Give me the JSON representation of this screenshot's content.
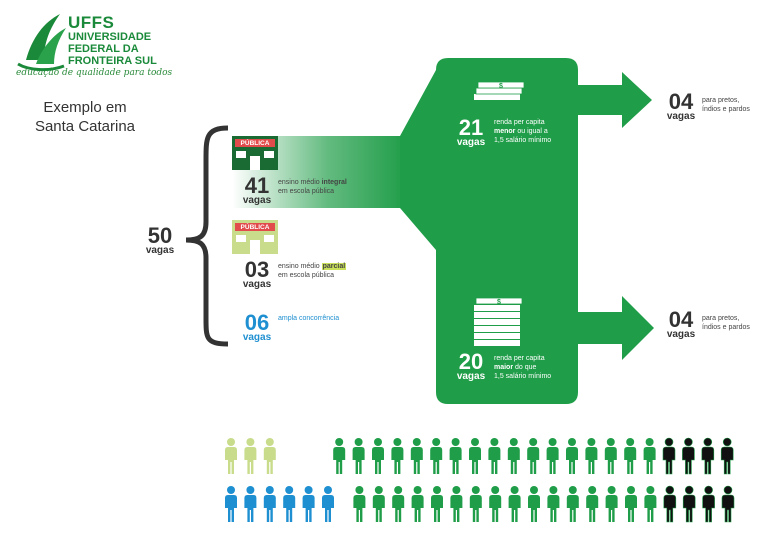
{
  "logo": {
    "acronym": "UFFS",
    "name_lines": [
      "UNIVERSIDADE",
      "FEDERAL DA",
      "FRONTEIRA SUL"
    ],
    "slogan": "educação de qualidade para todos",
    "color": "#1a8a3a"
  },
  "heading": {
    "line1": "Exemplo em",
    "line2": "Santa Catarina"
  },
  "total": {
    "number": "50",
    "unit": "vagas"
  },
  "groups": [
    {
      "badge": "PÚBLICA",
      "number": "41",
      "unit": "vagas",
      "desc_before": "ensino médio ",
      "desc_bold": "integral",
      "desc_after": "em escola pública"
    },
    {
      "badge": "PÚBLICA",
      "number": "03",
      "unit": "vagas",
      "desc_before": "ensino médio ",
      "desc_bold": "parcial",
      "desc_after": "em escola pública"
    },
    {
      "number": "06",
      "unit": "vagas",
      "desc": "ampla concorrência"
    }
  ],
  "income": [
    {
      "number": "21",
      "unit": "vagas",
      "line1": "renda per capita",
      "bold": "menor",
      "line2_rest": " ou igual a",
      "line3": "1,5 salário mínimo"
    },
    {
      "number": "20",
      "unit": "vagas",
      "line1": "renda per capita",
      "bold": "maior",
      "line2_rest": " do que",
      "line3": "1,5 salário mínimo"
    }
  ],
  "outcomes": [
    {
      "number": "04",
      "unit": "vagas",
      "line1": "para pretos,",
      "line2": "índios e pardos"
    },
    {
      "number": "04",
      "unit": "vagas",
      "line1": "para pretos,",
      "line2": "índios e pardos"
    }
  ],
  "colors": {
    "main_green": "#1f9d48",
    "dark_green": "#1a7a3a",
    "light_green": "#c8dc8c",
    "blue": "#1e8fd0",
    "black": "#111111",
    "badge_red": "#e24b4b"
  },
  "person_rows": [
    [
      {
        "color": "#c8dc8c",
        "count": 3
      },
      {
        "color": "#1f9d48",
        "count": 17
      },
      {
        "color": "#111111",
        "count": 4
      }
    ],
    [
      {
        "color": "#1e8fd0",
        "count": 6
      },
      {
        "color": "#1f9d48",
        "count": 16
      },
      {
        "color": "#111111",
        "count": 4
      }
    ]
  ]
}
